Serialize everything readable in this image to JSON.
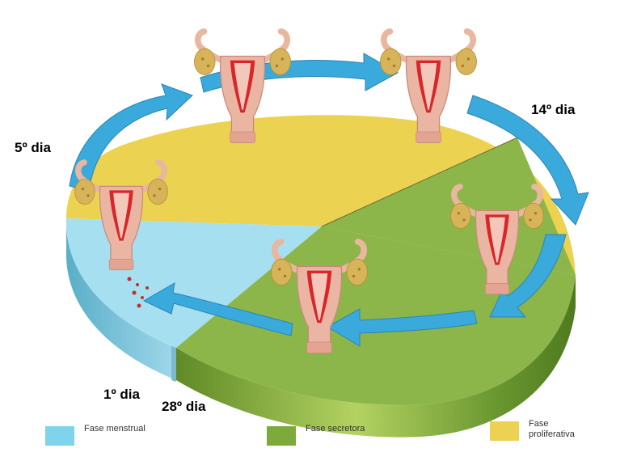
{
  "days": {
    "day5": "5º dia",
    "day14": "14º dia",
    "day1": "1º dia",
    "day28": "28º dia"
  },
  "legend": [
    {
      "label": "Fase menstrual",
      "color": "#7fd3ea"
    },
    {
      "label": "Fase secretora",
      "color": "#7cab3b"
    },
    {
      "label": "Fase proliferativa",
      "color": "#ecd152"
    }
  ],
  "colors": {
    "menstrual": "#a6e0f0",
    "secretora": "#8cb64a",
    "proliferativa": "#ebd250",
    "arrow": "#3aa9dc",
    "uterus": "#eab6a3",
    "endometrium": "#d8262a",
    "ovary": "#d7b35a"
  },
  "icons": [
    "uterus-icon",
    "cycle-arrow-icon"
  ]
}
